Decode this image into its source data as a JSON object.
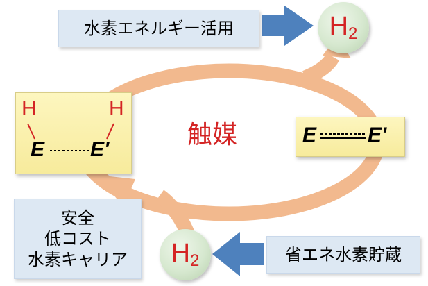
{
  "top_box": {
    "text": "水素エネルギー活用"
  },
  "bottom_box": {
    "text": "省エネ水素貯蔵"
  },
  "left_box": {
    "lines": [
      "安全",
      "低コスト",
      "水素キャリア"
    ]
  },
  "catalyst": {
    "text": "触媒"
  },
  "h2_top": {
    "main": "H",
    "sub": "2"
  },
  "h2_bottom": {
    "main": "H",
    "sub": "2"
  },
  "hydrogenated": {
    "h_left": "H",
    "h_right": "H",
    "e_left": "E",
    "e_right": "E'"
  },
  "dehydrogenated": {
    "e_left": "E",
    "e_right": "E'"
  },
  "colors": {
    "cycle_arrow": "#f2b98e",
    "blue_arrow": "#4e81bd",
    "label_box": "#dde8f3",
    "yellow_box": "#f9ef9f",
    "h2_circle": "#d6e8cf",
    "red_text": "#d42424"
  }
}
